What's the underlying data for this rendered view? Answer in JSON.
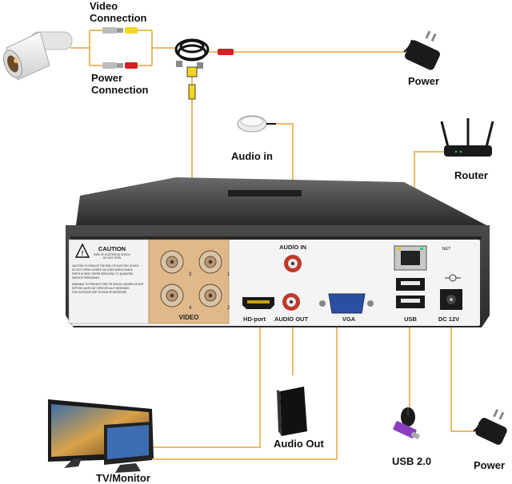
{
  "labels": {
    "video_connection": [
      "Video",
      "Connection"
    ],
    "power_connection": [
      "Power",
      "Connection"
    ],
    "power_top": "Power",
    "audio_in_device": "Audio in",
    "router": "Router",
    "audio_out_device": "Audio Out",
    "tv_monitor": "TV/Monitor",
    "usb_device": "USB 2.0",
    "power_bottom": "Power"
  },
  "panel": {
    "caution_title": "CAUTION",
    "caution_sub": [
      "RISK OF ELECTRICAL SHOCK",
      "DO NOT OPEN"
    ],
    "caution_text": [
      "CAUTION TO REDUCE THE RISK OF ELECTRIC SHOCK",
      "DO NOT OPEN COVERS. NO USER SERVICEABLE",
      "PARTS IN SIDE. REFER SERVICING TO QUALIFIED",
      "SERVICE PERSONNEL",
      "WARNING TO PREVENT FIRE OR SHOCK HAZARD DO NOT",
      "EXPOSE UNITS NOT SPECIFICALLY DESIGNED",
      "FOR OUTDOOR USE TO RAIN OR MOISTURE"
    ],
    "video_label": "VIDEO",
    "video_channels": [
      "1",
      "2",
      "3",
      "4"
    ],
    "audio_in": "AUDIO IN",
    "hd_port": "HD-port",
    "audio_out": "AUDIO OUT",
    "vga": "VGA",
    "net": "NET",
    "usb": "USB",
    "dc12v": "DC 12V"
  },
  "colors": {
    "wire": "#e8a33c",
    "panel_tan": "#e0b98a",
    "chassis": "#3a3a3a",
    "rca_red": "#c0392b"
  },
  "icons": [
    "camera-icon",
    "bnc-coax-cable-icon",
    "power-adapter-icon",
    "microphone-icon",
    "wifi-router-icon",
    "speaker-icon",
    "monitor-icon",
    "usb-drive-icon",
    "mouse-icon"
  ]
}
